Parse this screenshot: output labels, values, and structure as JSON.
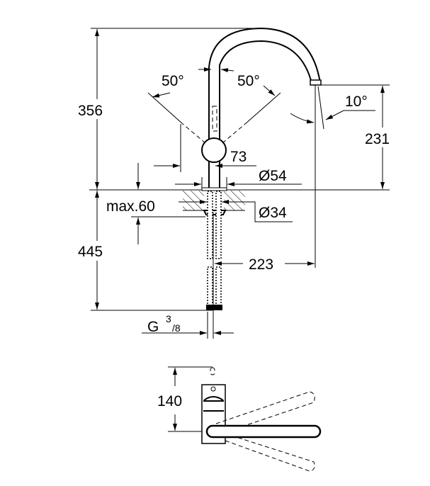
{
  "drawing": {
    "front_view": {
      "height_above_deck": "356",
      "height_below_deck": "445",
      "lever_angle_left": "50°",
      "lever_angle_right": "50°",
      "spout_tilt": "10°",
      "outlet_height": "231",
      "lever_offset": "73",
      "base_diameter": "Ø54",
      "hole_diameter": "Ø34",
      "max_deck_thickness": "max.60",
      "spout_reach": "223",
      "connection_G": "G",
      "connection_num": "3",
      "connection_den": "/8"
    },
    "top_view": {
      "depth": "140"
    }
  }
}
